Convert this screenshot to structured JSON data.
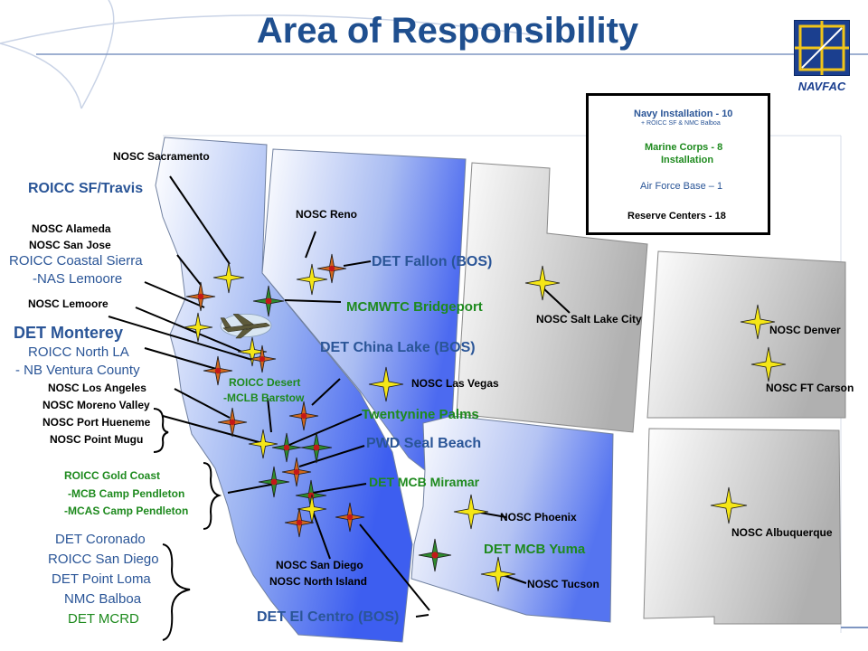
{
  "title": "Area of Responsibility",
  "logo": {
    "text": "NAVFAC"
  },
  "legend": {
    "navy": "Navy Installation  - 10",
    "navy_sub": "+ ROICC SF & NMC Balboa",
    "marine": "Marine Corps  - 8",
    "marine_sub": "Installation",
    "airforce": "Air Force Base – 1",
    "reserve": "Reserve Centers - 18"
  },
  "labels": {
    "nosc_sacramento": "NOSC Sacramento",
    "roicc_sf": "ROICC SF/Travis",
    "nosc_reno": "NOSC Reno",
    "nosc_alameda": "NOSC Alameda",
    "nosc_sanjose": "NOSC San Jose",
    "roicc_coastal": "ROICC Coastal Sierra",
    "nas_lemoore": "-NAS Lemoore",
    "det_fallon": "DET Fallon (BOS)",
    "nosc_lemoore": "NOSC Lemoore",
    "mcmwtc": "MCMWTC Bridgeport",
    "nosc_slc": "NOSC Salt Lake City",
    "det_monterey": "DET Monterey",
    "roicc_nla": "ROICC North LA",
    "nb_ventura": "- NB Ventura County",
    "det_chinalake": "DET China Lake (BOS)",
    "nosc_denver": "NOSC Denver",
    "nosc_la": "NOSC Los Angeles",
    "nosc_moreno": "NOSC Moreno Valley",
    "nosc_hueneme": "NOSC Port Hueneme",
    "nosc_mugu": "NOSC Point Mugu",
    "roicc_desert": "ROICC Desert",
    "mclb_barstow": "-MCLB Barstow",
    "nosc_lasvegas": "NOSC Las Vegas",
    "nosc_ftcarson": "NOSC FT Carson",
    "twentynine": "Twentynine Palms",
    "pwd_sealbeach": "PWD Seal Beach",
    "roicc_goldcoast": "ROICC Gold Coast",
    "mcb_pendleton": "-MCB Camp Pendleton",
    "mcas_pendleton": "-MCAS Camp Pendleton",
    "det_miramar": "DET MCB Miramar",
    "nosc_phoenix": "NOSC Phoenix",
    "nosc_albuquerque": "NOSC Albuquerque",
    "det_coronado": "DET Coronado",
    "roicc_sandiego": "ROICC San Diego",
    "det_pointloma": "DET Point Loma",
    "nmc_balboa": "NMC Balboa",
    "det_mcrd": "DET MCRD",
    "nosc_sandiego": "NOSC San Diego",
    "nosc_northisland": "NOSC North Island",
    "det_yuma": "DET MCB Yuma",
    "nosc_tucson": "NOSC Tucson",
    "det_elcentro": "DET El Centro (BOS)"
  },
  "colors": {
    "title": "#1f4f8f",
    "navy_star": "#d2691e",
    "marine_star": "#2e8b2e",
    "reserve_star": "#f5e616",
    "star_center": "#c41818",
    "marine_label": "#1e8a1e",
    "command_label": "#2a5597"
  },
  "icons": {
    "navy": "navy-installation-star-icon",
    "marine": "marine-corps-star-icon",
    "airforce": "air-force-jet-icon",
    "reserve": "reserve-center-star-icon"
  }
}
